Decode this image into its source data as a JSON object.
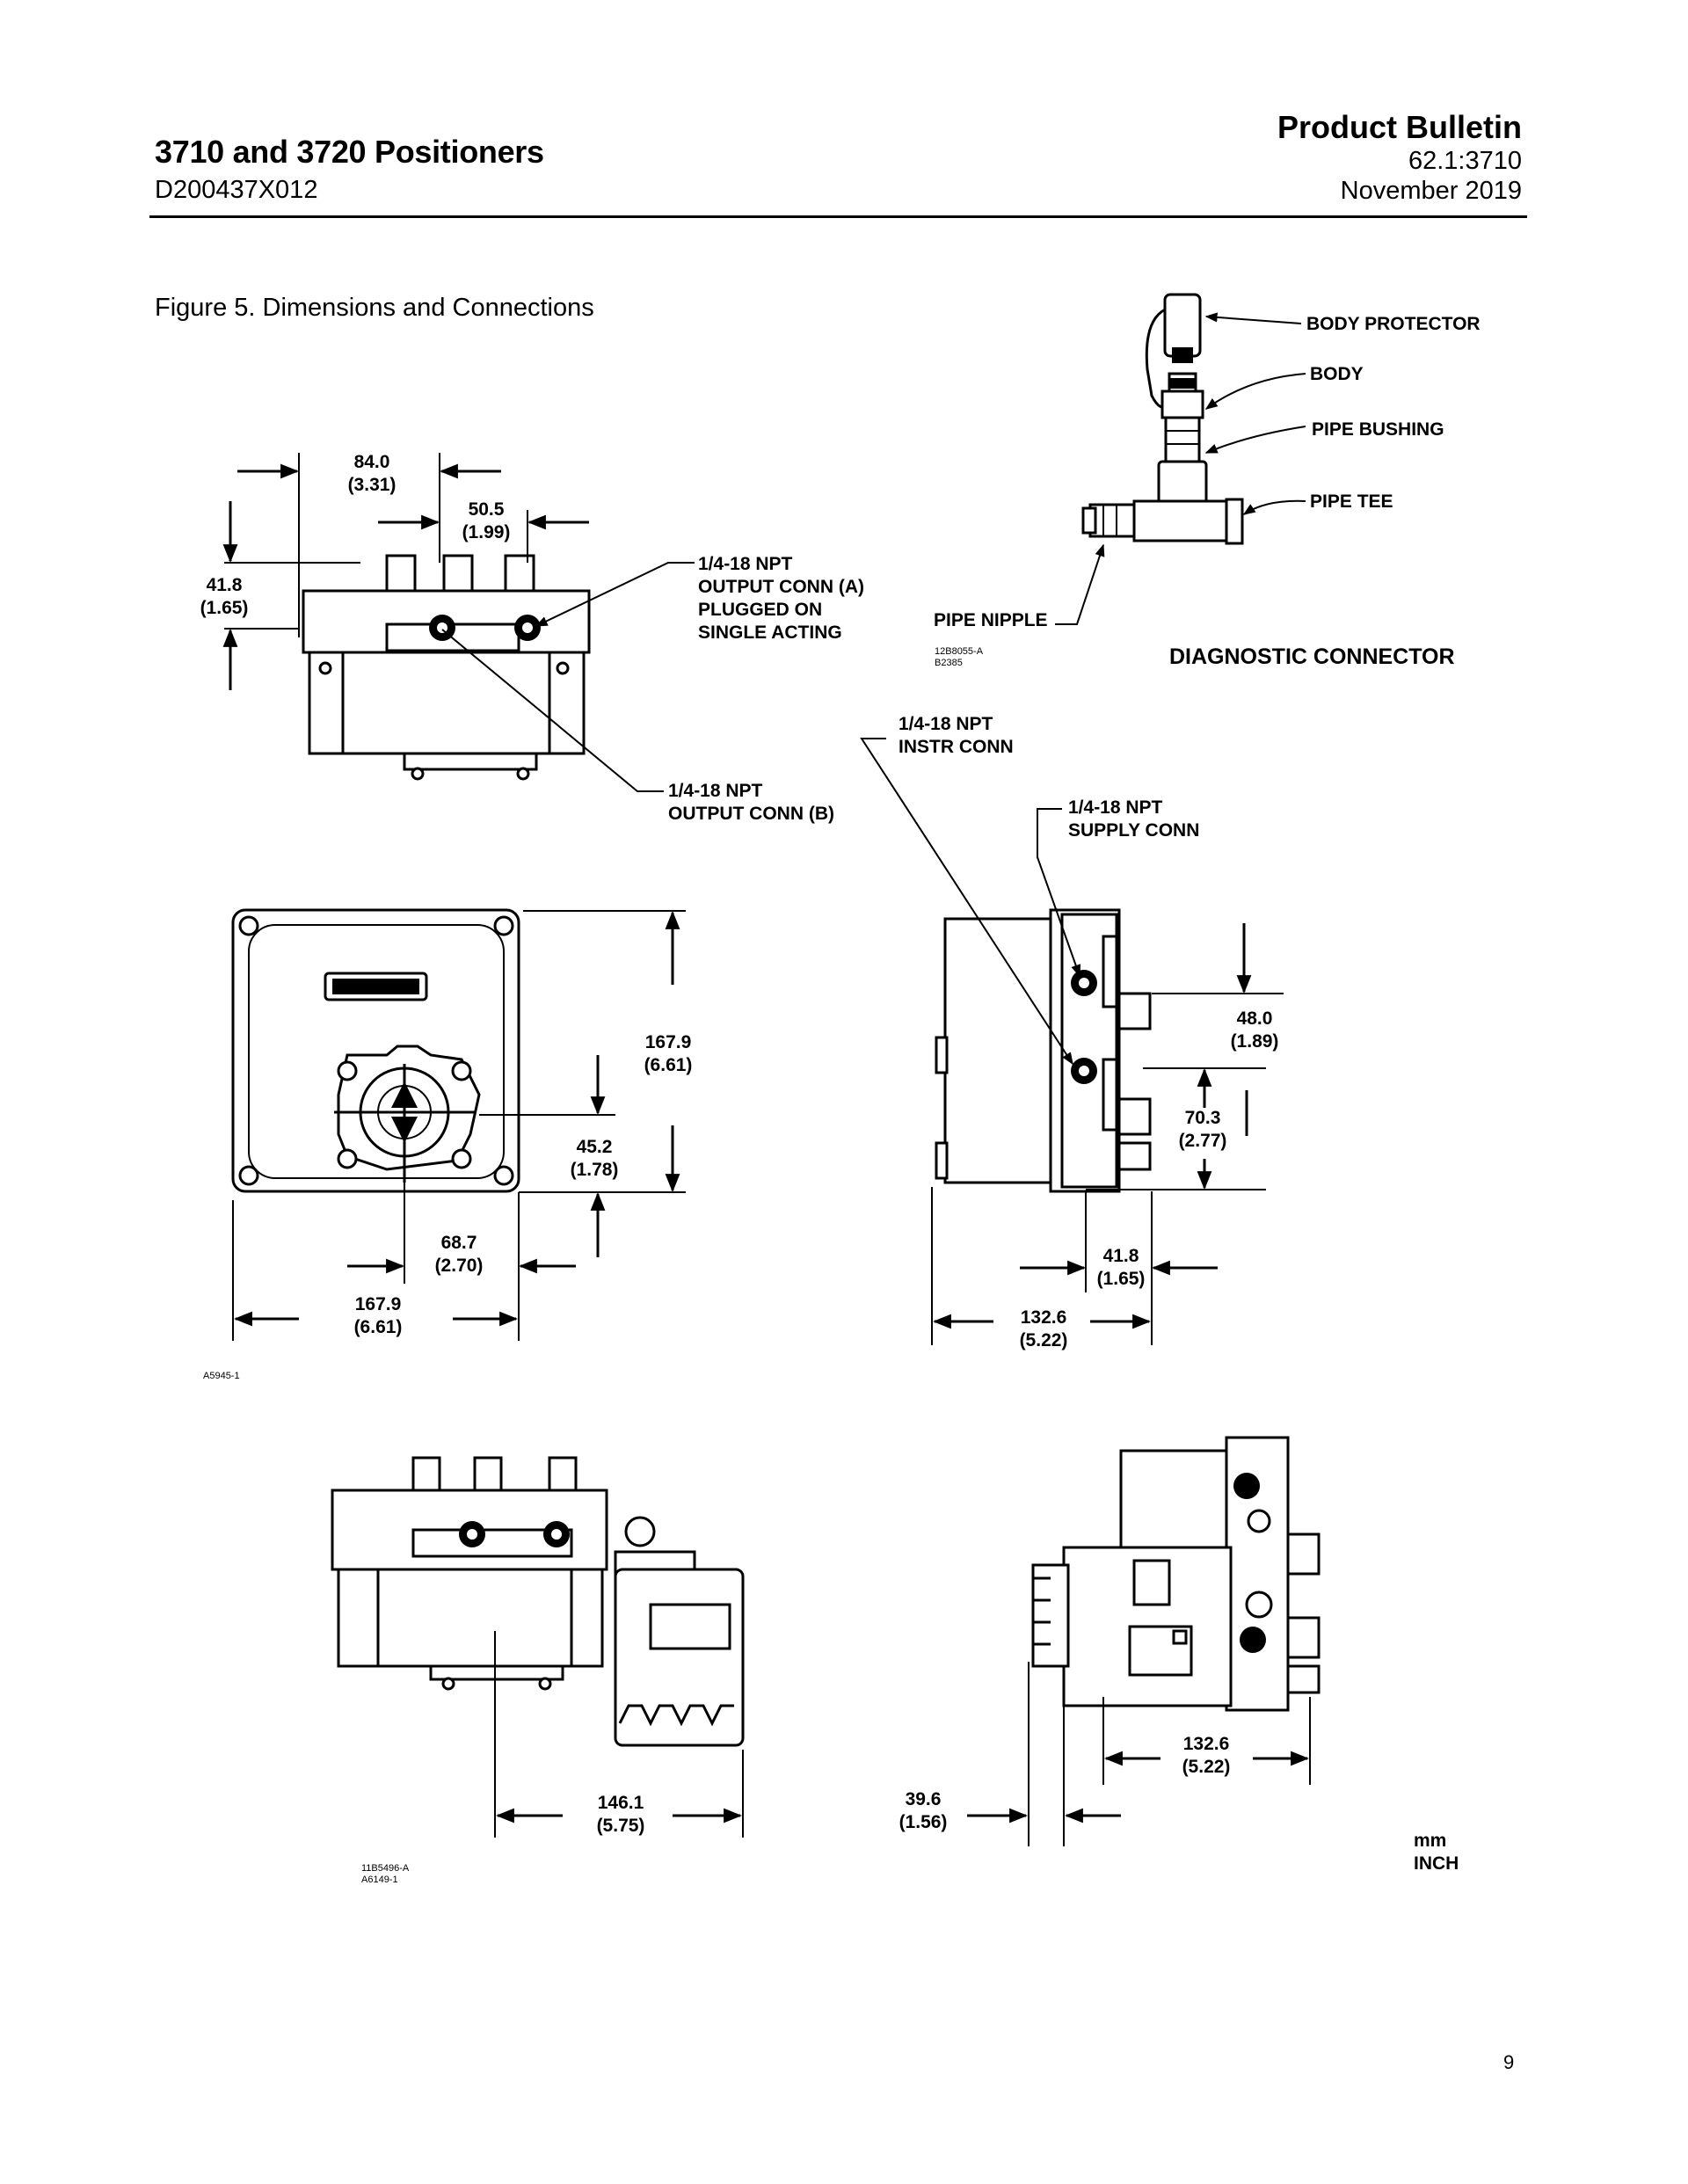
{
  "header": {
    "title": "3710 and 3720 Positioners",
    "doc_number": "D200437X012",
    "bulletin_label": "Product Bulletin",
    "bulletin_number": "62.1:3710",
    "date": "November 2019"
  },
  "figure": {
    "title": "Figure 5. Dimensions and Connections",
    "diagnostic_connector": {
      "caption": "DIAGNOSTIC CONNECTOR",
      "labels": {
        "body_protector": "BODY PROTECTOR",
        "body": "BODY",
        "pipe_bushing": "PIPE BUSHING",
        "pipe_tee": "PIPE TEE",
        "pipe_nipple": "PIPE NIPPLE"
      },
      "ref_codes": [
        "12B8055-A",
        "B2385"
      ]
    },
    "top_view": {
      "dims": {
        "d1": "84.0",
        "d1_in": "(3.31)",
        "d2": "50.5",
        "d2_in": "(1.99)",
        "d3": "41.8",
        "d3_in": "(1.65)"
      },
      "conn_a": [
        "1/4-18 NPT",
        "OUTPUT CONN (A)",
        "PLUGGED ON",
        "SINGLE ACTING"
      ],
      "conn_b": [
        "1/4-18 NPT",
        "OUTPUT CONN (B)"
      ]
    },
    "front_view": {
      "dims": {
        "h": "167.9",
        "h_in": "(6.61)",
        "d45": "45.2",
        "d45_in": "(1.78)",
        "d68": "68.7",
        "d68_in": "(2.70)",
        "w": "167.9",
        "w_in": "(6.61)"
      },
      "ref_code": "A5945-1"
    },
    "side_view": {
      "instr_conn": [
        "1/4-18 NPT",
        "INSTR CONN"
      ],
      "supply_conn": [
        "1/4-18 NPT",
        "SUPPLY CONN"
      ],
      "dims": {
        "d48": "48.0",
        "d48_in": "(1.89)",
        "d70": "70.3",
        "d70_in": "(2.77)",
        "d41": "41.8",
        "d41_in": "(1.65)",
        "d132": "132.6",
        "d132_in": "(5.22)"
      }
    },
    "bottom_left": {
      "dims": {
        "d146": "146.1",
        "d146_in": "(5.75)"
      },
      "ref_codes": [
        "11B5496-A",
        "A6149-1"
      ]
    },
    "bottom_right": {
      "dims": {
        "d132": "132.6",
        "d132_in": "(5.22)",
        "d39": "39.6",
        "d39_in": "(1.56)"
      }
    },
    "units": {
      "primary": "mm",
      "secondary": "INCH"
    }
  },
  "page_number": "9"
}
